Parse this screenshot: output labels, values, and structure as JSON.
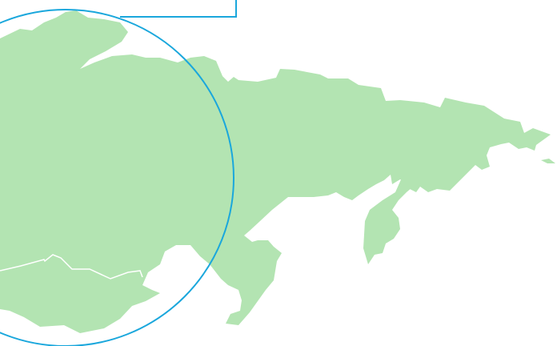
{
  "map": {
    "colors": {
      "background": "#ffffff",
      "land": "#b3e4b2",
      "border": "#ffffff",
      "highlight": "#1aa7dc"
    },
    "features": {
      "landmass": "landmass-shape",
      "kamchatka": "peninsula-shape",
      "sakhalin": "island-shape",
      "border": "border-line",
      "highlight_circle": "circle-highlight",
      "callout_box": "callout-rectangle"
    }
  }
}
